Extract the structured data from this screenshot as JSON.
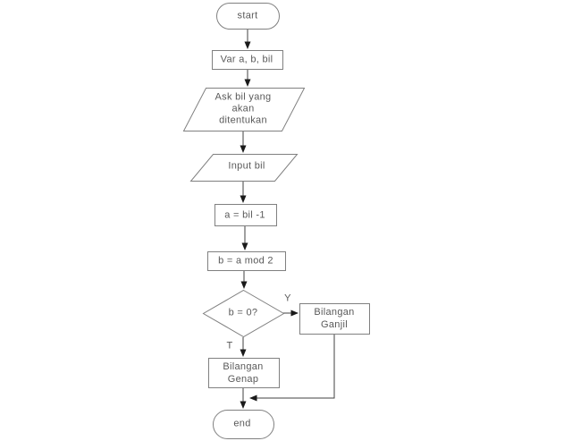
{
  "diagram": {
    "kind": "flowchart",
    "colors": {
      "background": "#ffffff",
      "shape_border": "#808080",
      "connector": "#404040",
      "arrowhead": "#1a1a1a",
      "text": "#595959"
    }
  },
  "nodes": {
    "start": {
      "shape": "terminator",
      "label": "start"
    },
    "declare": {
      "shape": "process",
      "label": "Var a, b, bil"
    },
    "ask": {
      "shape": "input-output",
      "lines": [
        "Ask bil yang",
        "akan",
        "ditentukan"
      ]
    },
    "input": {
      "shape": "input-output",
      "label": "Input bil"
    },
    "assign_a": {
      "shape": "process",
      "label": "a = bil -1"
    },
    "assign_b": {
      "shape": "process",
      "label": "b = a mod 2"
    },
    "decision": {
      "shape": "decision",
      "label": "b = 0?"
    },
    "odd": {
      "shape": "process",
      "lines": [
        "Bilangan",
        "Ganjil"
      ]
    },
    "even": {
      "shape": "process",
      "lines": [
        "Bilangan",
        "Genap"
      ]
    },
    "end": {
      "shape": "terminator",
      "label": "end"
    }
  },
  "edges": {
    "yes_label": "Y",
    "no_label": "T"
  }
}
